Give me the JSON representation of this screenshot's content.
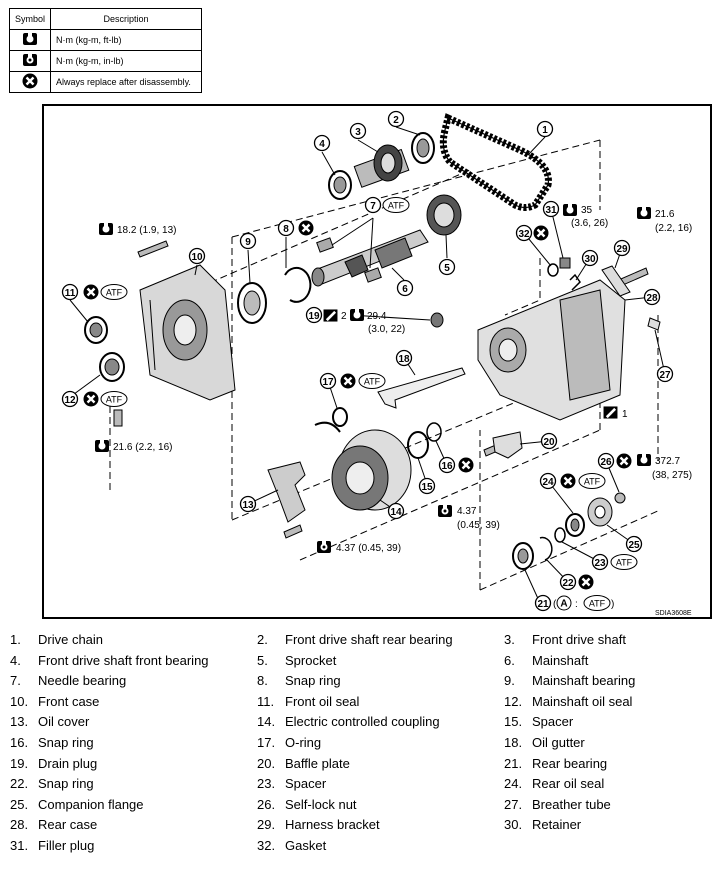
{
  "symbol_table": {
    "header_symbol": "Symbol",
    "header_description": "Description",
    "rows": [
      {
        "icon": "torque-wrench-ftlb-icon",
        "description": "N·m (kg-m, ft-lb)"
      },
      {
        "icon": "torque-wrench-inlb-icon",
        "description": "N·m (kg-m, in-lb)"
      },
      {
        "icon": "replace-part-icon",
        "description": "Always replace after disassembly."
      }
    ]
  },
  "diagram": {
    "figure_id": "SDIA3608E",
    "callouts": {
      "c1": "1",
      "c2": "2",
      "c3": "3",
      "c4": "4",
      "c5": "5",
      "c6": "6",
      "c7": "7",
      "c8": "8",
      "c9": "9",
      "c10": "10",
      "c11": "11",
      "c12": "12",
      "c13": "13",
      "c14": "14",
      "c15": "15",
      "c16": "16",
      "c17": "17",
      "c18": "18",
      "c19": "19",
      "c20": "20",
      "c21": "21",
      "c22": "22",
      "c23": "23",
      "c24": "24",
      "c25": "25",
      "c26": "26",
      "c27": "27",
      "c28": "28",
      "c29": "29",
      "c30": "30",
      "c31": "31",
      "c32": "32"
    },
    "torques": {
      "t18": "18.2  (1.9, 13)",
      "t216a": "21.6  (2.2, 16)",
      "t216b": "21.6",
      "t216b2": "(2.2, 16)",
      "t35": "35",
      "t35b": "(3.6, 26)",
      "t294": "29.4",
      "t294b": "(3.0, 22)",
      "t2": "2",
      "t437a": "4.37",
      "t437a2": "(0.45, 39)",
      "t437b": "4.37  (0.45, 39)",
      "t3727": "372.7",
      "t3727b": "(38, 275)",
      "t1": "1"
    },
    "atf_label": "ATF",
    "a_label": "A",
    "colon": ":"
  },
  "legend": [
    {
      "num": "1.",
      "name": "Drive chain"
    },
    {
      "num": "2.",
      "name": "Front drive shaft rear bearing"
    },
    {
      "num": "3.",
      "name": "Front drive shaft"
    },
    {
      "num": "4.",
      "name": "Front drive shaft front bearing"
    },
    {
      "num": "5.",
      "name": "Sprocket"
    },
    {
      "num": "6.",
      "name": "Mainshaft"
    },
    {
      "num": "7.",
      "name": "Needle bearing"
    },
    {
      "num": "8.",
      "name": "Snap ring"
    },
    {
      "num": "9.",
      "name": "Mainshaft bearing"
    },
    {
      "num": "10.",
      "name": "Front case"
    },
    {
      "num": "11.",
      "name": "Front oil seal"
    },
    {
      "num": "12.",
      "name": "Mainshaft oil seal"
    },
    {
      "num": "13.",
      "name": "Oil cover"
    },
    {
      "num": "14.",
      "name": "Electric controlled coupling"
    },
    {
      "num": "15.",
      "name": "Spacer"
    },
    {
      "num": "16.",
      "name": "Snap ring"
    },
    {
      "num": "17.",
      "name": "O-ring"
    },
    {
      "num": "18.",
      "name": "Oil gutter"
    },
    {
      "num": "19.",
      "name": "Drain plug"
    },
    {
      "num": "20.",
      "name": "Baffle plate"
    },
    {
      "num": "21.",
      "name": "Rear bearing"
    },
    {
      "num": "22.",
      "name": "Snap ring"
    },
    {
      "num": "23.",
      "name": "Spacer"
    },
    {
      "num": "24.",
      "name": "Rear oil seal"
    },
    {
      "num": "25.",
      "name": "Companion flange"
    },
    {
      "num": "26.",
      "name": "Self-lock nut"
    },
    {
      "num": "27.",
      "name": "Breather tube"
    },
    {
      "num": "28.",
      "name": "Rear case"
    },
    {
      "num": "29.",
      "name": "Harness bracket"
    },
    {
      "num": "30.",
      "name": "Retainer"
    },
    {
      "num": "31.",
      "name": "Filler plug"
    },
    {
      "num": "32.",
      "name": "Gasket"
    }
  ]
}
